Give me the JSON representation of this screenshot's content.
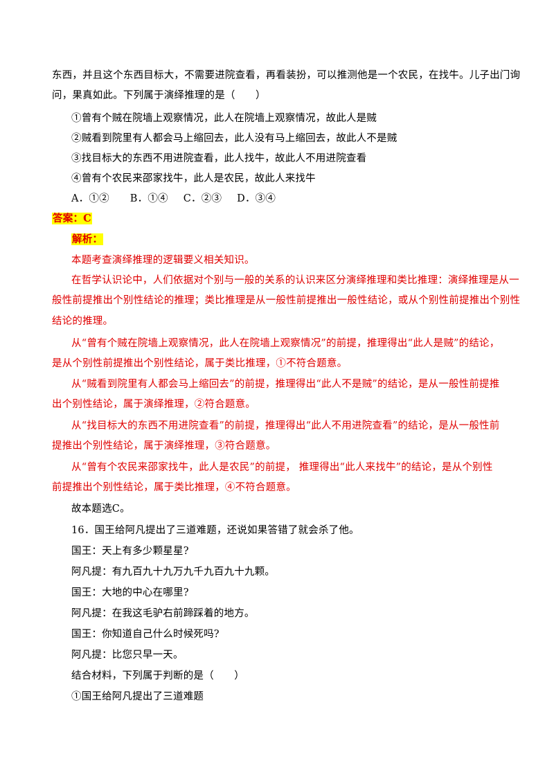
{
  "question15": {
    "stem_line1": "东西，并且这个东西目标大，不需要进院查看，再看装扮，可以推测他是一个农民，在找牛。儿子出门询",
    "stem_line2": "问，果真如此。下列属于演绎推理的是（　　）",
    "items": [
      "①曾有个贼在院墙上观察情况，此人在院墙上观察情况，故此人是贼",
      "②贼看到院里有人都会马上缩回去，此人没有马上缩回去，故此人不是贼",
      "③找目标大的东西不用进院查看，此人找牛，故此人不用进院查看",
      "④曾有个农民来邵家找牛，此人是农民，故此人来找牛"
    ],
    "options": [
      "A．①②",
      "B．①④",
      "C．②③",
      "D．③④"
    ],
    "answer_label": "答案：C",
    "analysis_label": "解析：",
    "analysis_lines": [
      "本题考查演绎推理的逻辑要义相关知识。",
      "在哲学认识论中，人们依据对个别与一般的关系的认识来区分演绎推理和类比推理：演绎推理是从一",
      "般性前提推出个别性结论的推理；类比推理是从一般性前提推出一般性结论，或从个别性前提推出个别性",
      "结论的推理。",
      "从“曾有个贼在院墙上观察情况，此人在院墙上观察情况”的前提，推理得出“此人是贼”的结论，",
      "是从个别性前提推出个别性结论，属于类比推理，①不符合题意。",
      "从“贼看到院里有人都会马上缩回去”的前提，推理得出“此人不是贼”的结论，是从一般性前提推",
      "出个别性结论，属于演绎推理，②符合题意。",
      "从“找目标大的东西不用进院查看”的前提，推理得出“此人不用进院查看”的结论，是从一般性前",
      "提推出个别性结论，属于演绎推理，③符合题意。",
      "从“曾有个农民来邵家找牛，此人是农民”的前提，  推理得出“此人来找牛”的结论，是从个别性",
      "前提推出个别性结论，属于类比推理，④不符合题意。"
    ],
    "conclusion": "故本题选C。"
  },
  "question16": {
    "stem": "16．国王给阿凡提出了三道难题，还说如果答错了就会杀了他。",
    "dialogue": [
      "国王：天上有多少颗星星?",
      "阿凡提：有九百九十九万九千九百九十九颗。",
      "国王：大地的中心在哪里?",
      "阿凡提：在我这毛驴右前蹄踩着的地方。",
      "国王：你知道自己什么时候死吗?",
      "阿凡提：比您只早一天。"
    ],
    "prompt": "结合材料，下列属于判断的是（　　）",
    "first_item": "①国王给阿凡提出了三道难题"
  }
}
